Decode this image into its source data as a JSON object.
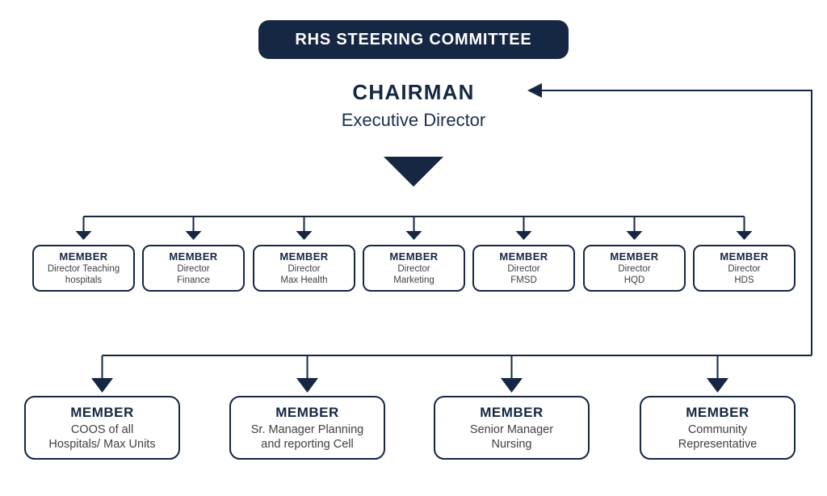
{
  "colors": {
    "navy": "#152742",
    "subtitle_gray": "#404040",
    "background": "#ffffff"
  },
  "banner": {
    "title": "RHS STEERING COMMITTEE"
  },
  "chairman": {
    "title": "CHAIRMAN",
    "subtitle": "Executive Director"
  },
  "row1_members": [
    {
      "title": "MEMBER",
      "subtitle": "Director Teaching\nhospitals"
    },
    {
      "title": "MEMBER",
      "subtitle": "Director\nFinance"
    },
    {
      "title": "MEMBER",
      "subtitle": "Director\nMax Health"
    },
    {
      "title": "MEMBER",
      "subtitle": "Director\nMarketing"
    },
    {
      "title": "MEMBER",
      "subtitle": "Director\nFMSD"
    },
    {
      "title": "MEMBER",
      "subtitle": "Director\nHQD"
    },
    {
      "title": "MEMBER",
      "subtitle": "Director\nHDS"
    }
  ],
  "row2_members": [
    {
      "title": "MEMBER",
      "subtitle": "COOS of all\nHospitals/ Max Units"
    },
    {
      "title": "MEMBER",
      "subtitle": "Sr. Manager Planning\nand reporting Cell"
    },
    {
      "title": "MEMBER",
      "subtitle": "Senior Manager\nNursing"
    },
    {
      "title": "MEMBER",
      "subtitle": "Community\nRepresentative"
    }
  ]
}
